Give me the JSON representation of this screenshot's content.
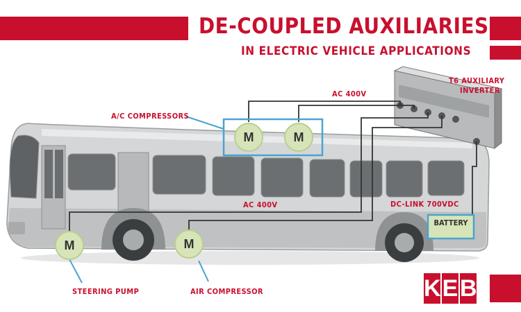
{
  "title": "DE-COUPLED AUXILIARIES",
  "subtitle": "IN ELECTRIC VEHICLE APPLICATIONS",
  "labels": {
    "inverter": [
      "T6 AUXILIARY",
      "INVERTER"
    ],
    "ac_top": "AC 400V",
    "ac_mid": "AC 400V",
    "ac_compressors": "A/C COMPRESSORS",
    "dc_link": "DC-LINK 700VDC",
    "battery": "BATTERY",
    "steering_pump": "STEERING PUMP",
    "air_compressor": "AIR COMPRESSOR"
  },
  "motor_symbol": "M",
  "logo": "KEB",
  "colors": {
    "brand": "#c8102e",
    "motor_fill": "#d7e4b8",
    "motor_stroke": "#b9cf8f",
    "ac_box": "#4aa3cf",
    "wire": "#333333",
    "bus_body": "#cfd2d3"
  }
}
